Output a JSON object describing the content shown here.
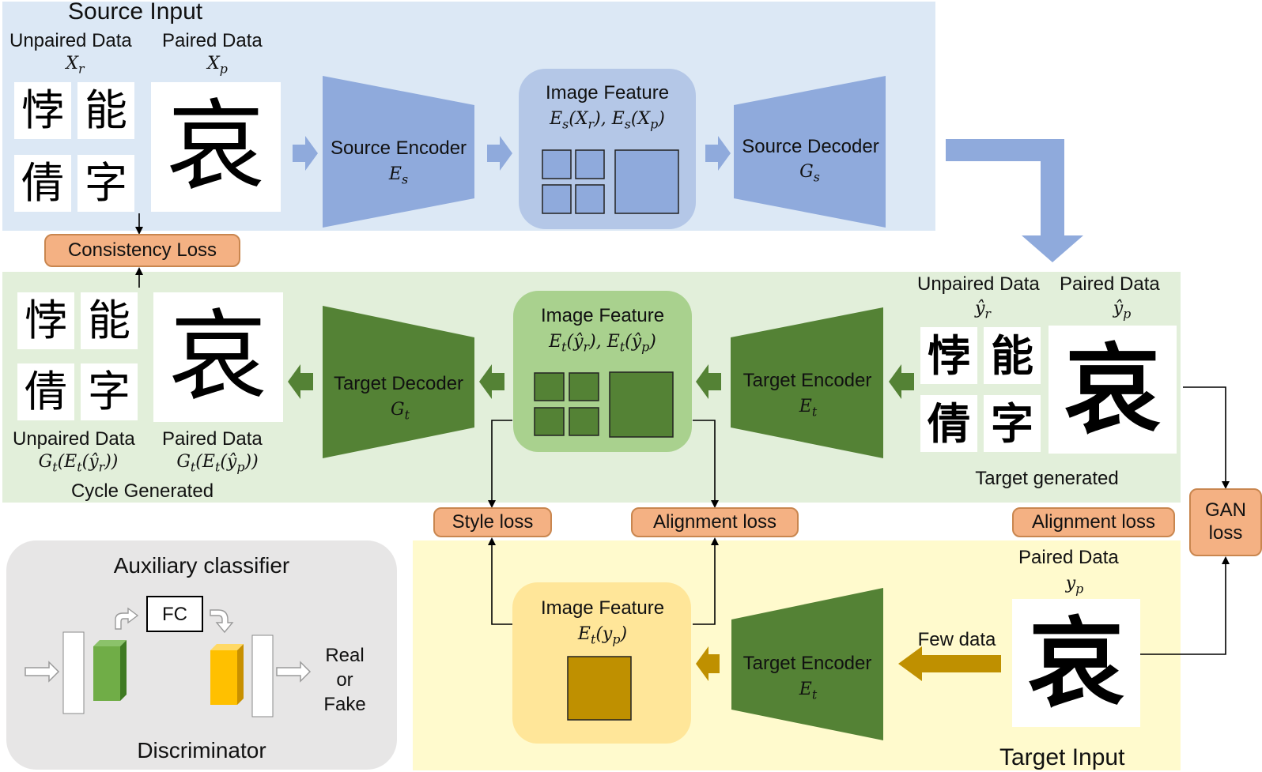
{
  "source": {
    "title": "Source Input",
    "unpaired_label": "Unpaired Data",
    "unpaired_symbol": "X_r",
    "paired_label": "Paired Data",
    "paired_symbol": "X_p",
    "encoder_label": "Source Encoder",
    "encoder_symbol": "E_s",
    "feature_label": "Image Feature",
    "feature_symbol": "E_s(X_r), E_s(X_p)",
    "decoder_label": "Source Decoder",
    "decoder_symbol": "G_s"
  },
  "glyphs": {
    "unpaired": [
      "悖",
      "能",
      "倩",
      "字"
    ],
    "paired": "哀"
  },
  "cycle": {
    "decoder_label": "Target Decoder",
    "decoder_symbol": "G_t",
    "feature_label": "Image Feature",
    "feature_symbol": "E_t(ŷ_r), E_t(ŷ_p)",
    "encoder_label": "Target Encoder",
    "encoder_symbol": "E_t",
    "unpaired_label": "Unpaired Data",
    "unpaired_symbol": "G_t(E_t(ŷ_r))",
    "paired_label": "Paired Data",
    "paired_symbol": "G_t(E_t(ŷ_p))",
    "caption": "Cycle Generated"
  },
  "generated": {
    "unpaired_label": "Unpaired Data",
    "unpaired_symbol": "ŷ_r",
    "paired_label": "Paired Data",
    "paired_symbol": "ŷ_p",
    "caption": "Target generated"
  },
  "losses": {
    "consistency": "Consistency Loss",
    "style": "Style loss",
    "alignment": "Alignment loss",
    "alignment_right": "Alignment loss",
    "gan_line1": "GAN",
    "gan_line2": "loss"
  },
  "target": {
    "paired_label": "Paired Data",
    "paired_symbol": "y_p",
    "few_data": "Few data",
    "encoder_label": "Target Encoder",
    "encoder_symbol": "E_t",
    "feature_label": "Image Feature",
    "feature_symbol": "E_t(y_p)",
    "title": "Target Input"
  },
  "discriminator": {
    "title": "Auxiliary classifier",
    "fc": "FC",
    "output_line1": "Real",
    "output_line2": "or",
    "output_line3": "Fake",
    "caption": "Discriminator"
  },
  "colors": {
    "source_band": "#dce8f5",
    "source_block": "#8faadc",
    "cycle_band": "#e2efda",
    "target_block": "#548235",
    "target_feature_box": "#a9d18e",
    "target_band": "#fffacd",
    "target_feature_panel": "#ffe699",
    "target_feature": "#bf9000",
    "loss_fill": "#f4b183",
    "discriminator_panel": "#e7e6e6"
  }
}
